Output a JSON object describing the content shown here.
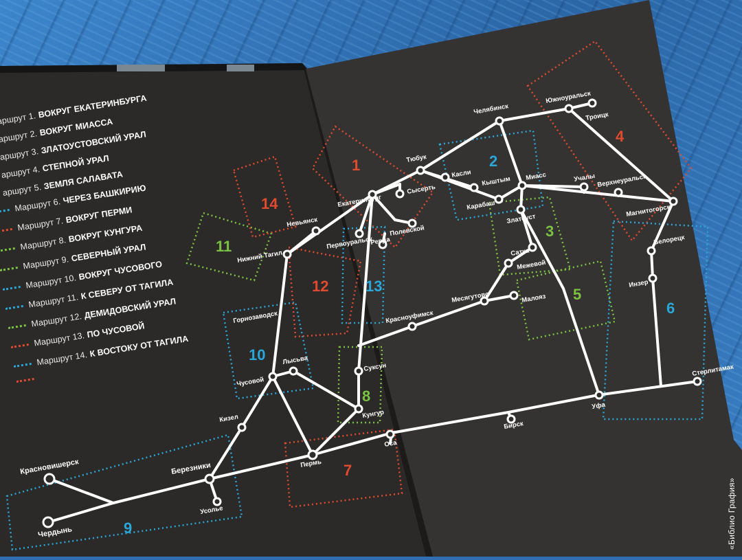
{
  "legend": {
    "routes": [
      {
        "prefix": "аршрут 1.",
        "name": "ВОКРУГ ЕКАТЕРИНБУРГА",
        "color": "#e04a2e"
      },
      {
        "prefix": "аршрут 2.",
        "name": "ВОКРУГ МИАССА",
        "color": "#2aa6d8"
      },
      {
        "prefix": "аршрут 3.",
        "name": "ЗЛАТОУСТОВСКИЙ УРАЛ",
        "color": "#7cc242"
      },
      {
        "prefix": "аршрут 4.",
        "name": "СТЕПНОЙ УРАЛ",
        "color": "#e04a2e"
      },
      {
        "prefix": "аршрут 5.",
        "name": "ЗЕМЛЯ САЛАВАТА",
        "color": "#7cc242"
      },
      {
        "prefix": "Маршрут 6.",
        "name": "ЧЕРЕЗ БАШКИРИЮ",
        "color": "#2aa6d8"
      },
      {
        "prefix": "Маршрут 7.",
        "name": "ВОКРУГ ПЕРМИ",
        "color": "#e04a2e"
      },
      {
        "prefix": "Маршрут 8.",
        "name": "ВОКРУГ КУНГУРА",
        "color": "#7cc242"
      },
      {
        "prefix": "Маршрут 9.",
        "name": "СЕВЕРНЫЙ УРАЛ",
        "color": "#7cc242"
      },
      {
        "prefix": "Маршрут 10.",
        "name": "ВОКРУГ ЧУСОВОГО",
        "color": "#2aa6d8"
      },
      {
        "prefix": "Маршрут 11.",
        "name": "К СЕВЕРУ ОТ ТАГИЛА",
        "color": "#2aa6d8"
      },
      {
        "prefix": "Маршрут 12.",
        "name": "ДЕМИДОВСКИЙ УРАЛ",
        "color": "#7cc242"
      },
      {
        "prefix": "Маршрут 13.",
        "name": "ПО ЧУСОВОЙ",
        "color": "#e04a2e"
      },
      {
        "prefix": "Маршрут 14.",
        "name": "К ВОСТОКУ ОТ ТАГИЛА",
        "color": "#2aa6d8"
      },
      {
        "prefix": "",
        "name": "",
        "color": "#e04a2e"
      }
    ]
  },
  "map": {
    "route_numbers": [
      {
        "label": "1",
        "color": "#e04a2e"
      },
      {
        "label": "2",
        "color": "#2aa6d8"
      },
      {
        "label": "3",
        "color": "#7cc242"
      },
      {
        "label": "4",
        "color": "#e04a2e"
      },
      {
        "label": "5",
        "color": "#7cc242"
      },
      {
        "label": "6",
        "color": "#2aa6d8"
      },
      {
        "label": "7",
        "color": "#e04a2e"
      },
      {
        "label": "8",
        "color": "#7cc242"
      },
      {
        "label": "9",
        "color": "#2aa6d8"
      },
      {
        "label": "10",
        "color": "#2aa6d8"
      },
      {
        "label": "11",
        "color": "#7cc242"
      },
      {
        "label": "12",
        "color": "#e04a2e"
      },
      {
        "label": "13",
        "color": "#2aa6d8"
      },
      {
        "label": "14",
        "color": "#e04a2e"
      }
    ],
    "cities": [
      "Челябинск",
      "Южноуральск",
      "Троицк",
      "Тюбук",
      "Касли",
      "Кыштым",
      "Миасс",
      "Сысерть",
      "Екатеринбург",
      "Карабаш",
      "Учалы",
      "Верхнеуральск",
      "Магнитогорск",
      "Полевской",
      "Златоуст",
      "Невьянск",
      "Первоуральск",
      "Ревда",
      "Сатка",
      "Белорецк",
      "Нижний Тагил",
      "Межевой",
      "Инзер",
      "Месягутово",
      "Малояз",
      "Красноуфимск",
      "Горнозаводск",
      "Лысьва",
      "Чусовой",
      "Суксун",
      "Стерлитамак",
      "Уфа",
      "Кунгур",
      "Кизел",
      "Бирск",
      "Оса",
      "Красновишерск",
      "Березники",
      "Пермь",
      "Усолье",
      "Чердынь"
    ]
  },
  "credit": "«Библио Графия»",
  "colors": {
    "page": "#2e2d2c",
    "line": "#ffffff",
    "red": "#e04a2e",
    "blue": "#2aa6d8",
    "green": "#7cc242"
  }
}
